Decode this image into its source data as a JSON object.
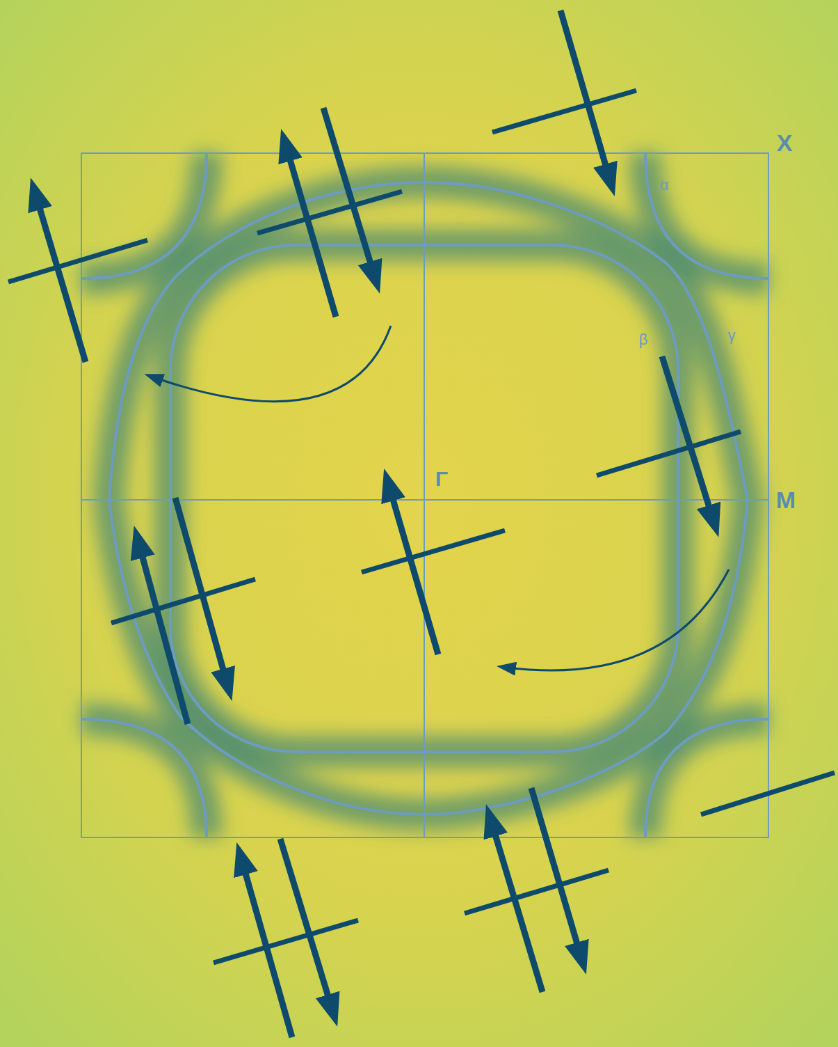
{
  "diagram": {
    "labels": [
      "X",
      "α",
      "β",
      "γ",
      "Γ",
      "M"
    ]
  }
}
